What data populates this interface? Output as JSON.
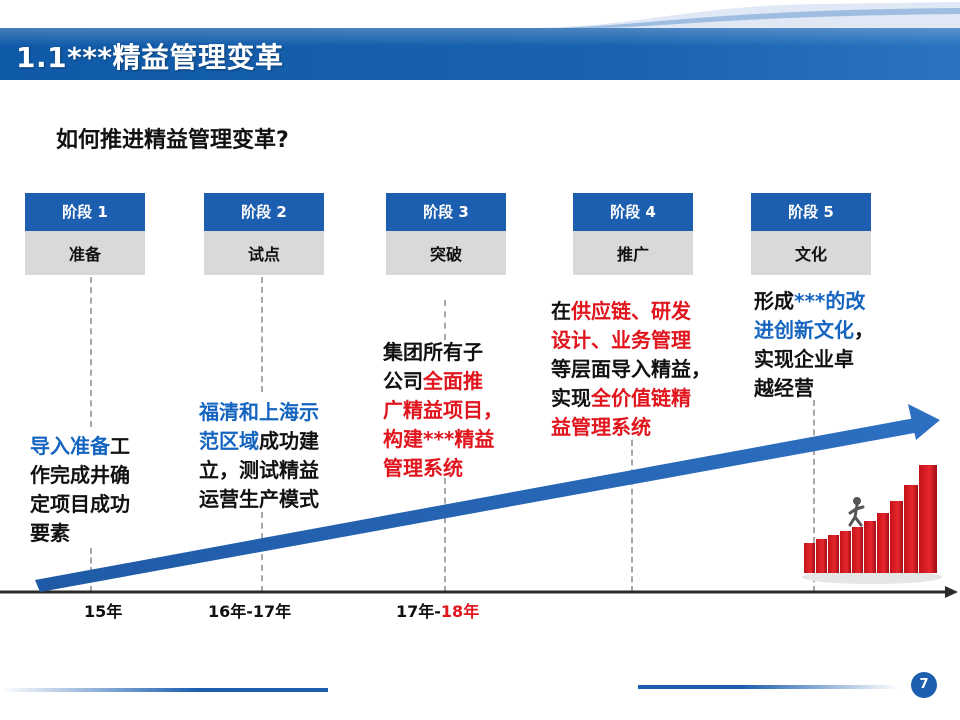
{
  "title": "1.1***精益管理变革",
  "subtitle": "如何推进精益管理变革?",
  "stages": [
    {
      "header": "阶段 1",
      "name": "准备"
    },
    {
      "header": "阶段 2",
      "name": "试点"
    },
    {
      "header": "阶段 3",
      "name": "突破"
    },
    {
      "header": "阶段 4",
      "name": "推广"
    },
    {
      "header": "阶段 5",
      "name": "文化"
    }
  ],
  "descriptions": {
    "d1": {
      "l1a": "导入准备",
      "l1b": "工",
      "l2": "作完成井确",
      "l3": "定项目成功",
      "l4": "要素"
    },
    "d2": {
      "l1": "福清和上海示",
      "l2a": "范区域",
      "l2b": "成功建",
      "l3": "立，测试精益",
      "l4": "运营生产模式"
    },
    "d3": {
      "l1": "集团所有子",
      "l2a": "公司",
      "l2b": "全面推",
      "l3": "广精益项目，",
      "l4": "构建***精益",
      "l5": "管理系统"
    },
    "d4": {
      "l1a": "在",
      "l1b": "供应链、研发",
      "l2": "设计、业务管理",
      "l3": "等层面导入精益，",
      "l4a": "实现",
      "l4b": "全价值链精",
      "l5": "益管理系统"
    },
    "d5": {
      "l1a": "形成",
      "l1b": "***的改",
      "l2a": "进创新文化",
      "l2b": "，",
      "l3": "实现企业卓",
      "l4": "越经营"
    }
  },
  "axis_labels": {
    "a1": "15年",
    "a2": "16年-17年",
    "a3a": "17年-",
    "a3b": "18年"
  },
  "page_number": "7",
  "colors": {
    "primary_blue": "#1c5fb0",
    "highlight_blue": "#1565c0",
    "highlight_red": "#e0151d",
    "stage_gray": "#d9d9d9"
  },
  "icons": {
    "growth": "rising-red-bars-with-runner-icon"
  }
}
